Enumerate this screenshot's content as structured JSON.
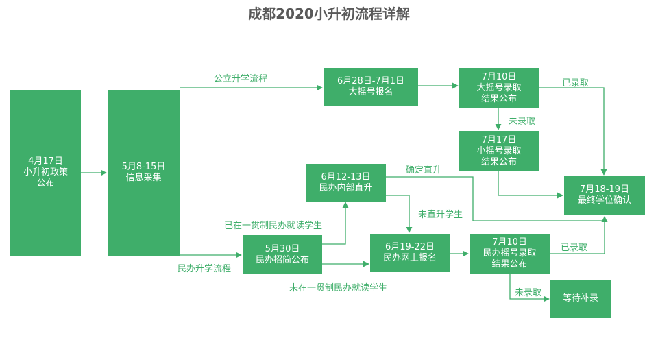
{
  "title": "成都2020小升初流程详解",
  "colors": {
    "box_fill": "#3fae6a",
    "box_text": "#ffffff",
    "line": "#3fae6a",
    "label": "#3fae6a",
    "title": "#595959"
  },
  "nodes": {
    "policy": "4月17日\n小升初政策\n公布",
    "collect": "5月8-15日\n信息采集",
    "public_signup": "6月28日-7月1日\n大摇号报名",
    "big_lottery": "7月10日\n大摇号录取\n结果公布",
    "small_lottery": "7月17日\n小摇号录取\n结果公布",
    "final": "7月18-19日\n最终学位确认",
    "private_internal": "6月12-13日\n民办内部直升",
    "private_brochure": "5月30日\n民办招简公布",
    "private_online": "6月19-22日\n民办网上报名",
    "private_lottery": "7月10日\n民办摇号录取\n结果公布",
    "wait": "等待补录"
  },
  "edge_labels": {
    "public_flow": "公立升学流程",
    "admitted_1": "已录取",
    "not_admitted_1": "未录取",
    "confirm_direct": "确定直升",
    "not_direct": "未直升学生",
    "in_system": "已在一贯制民办就读学生",
    "private_flow": "民办升学流程",
    "not_in_system": "未在一贯制民办就读学生",
    "admitted_2": "已录取",
    "not_admitted_2": "未录取"
  }
}
